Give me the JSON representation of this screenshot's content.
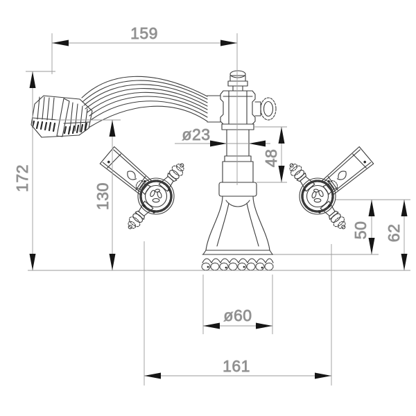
{
  "drawing": {
    "subject": "two-handle-classic-basin-faucet-front-elevation",
    "line_color": "#3a3a3a",
    "dimension_color": "#8a8a8a",
    "arrow_color": "#161616",
    "background": "#ffffff",
    "dimensions": {
      "spout_reach": "159",
      "overall_height": "172",
      "spout_outlet_height": "130",
      "neck_diameter": "ø23",
      "neck_height": "48",
      "handle_axis_to_flange": "50",
      "handle_axis_to_base": "62",
      "flange_diameter": "ø60",
      "handle_span": "161"
    }
  }
}
